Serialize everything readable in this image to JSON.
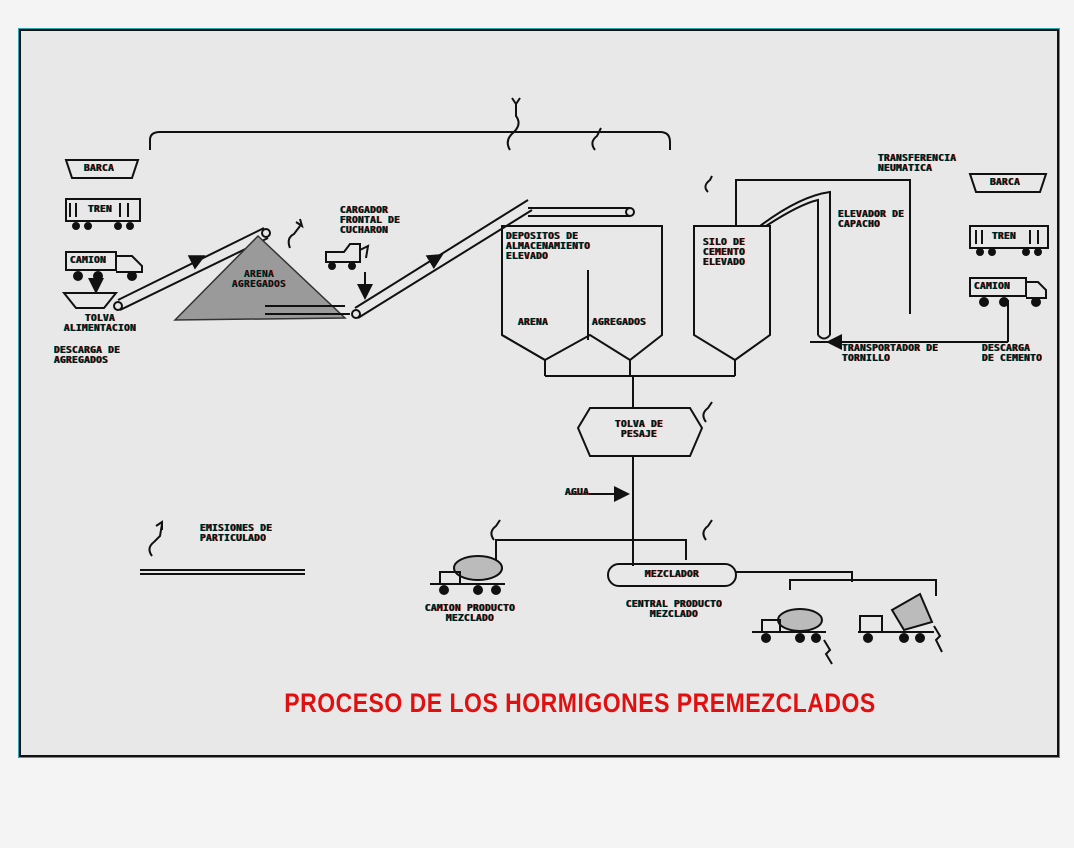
{
  "title": "PROCESO DE LOS HORMIGONES PREMEZCLADOS",
  "colors": {
    "title": "#e01010",
    "ink": "#111111",
    "frame_edge": "#2aa7b5",
    "background": "#e8e8e8"
  },
  "left_sources": {
    "barge": "BARCA",
    "train": "TREN",
    "truck": "CAMION",
    "hopper": "TOLVA ALIMENTACION",
    "unloading": "DESCARGA DE AGREGADOS"
  },
  "pile": "ARENA AGREGADOS",
  "loader": "CARGADOR FRONTAL DE CUCHARON",
  "storage": {
    "title": "DEPOSITOS DE ALMACENAMIENTO ELEVADO",
    "sand": "ARENA",
    "aggregates": "AGREGADOS"
  },
  "silo": "SILO DE CEMENTO ELEVADO",
  "pneumatic": "TRANSFERENCIA NEUMATICA",
  "bucket_elevator": "ELEVADOR DE CAPACHO",
  "screw_conveyor": "TRANSPORTADOR DE TORNILLO",
  "right_sources": {
    "barge": "BARCA",
    "train": "TREN",
    "truck": "CAMION",
    "unloading": "DESCARGA DE CEMENTO"
  },
  "weigh_hopper": "TOLVA DE PESAJE",
  "water": "AGUA",
  "mixer": "MEZCLADOR",
  "truck_mixed": "CAMION PRODUCTO MEZCLADO",
  "central_mixed": "CENTRAL PRODUCTO MEZCLADO",
  "legend": "EMISIONES DE PARTICULADO"
}
